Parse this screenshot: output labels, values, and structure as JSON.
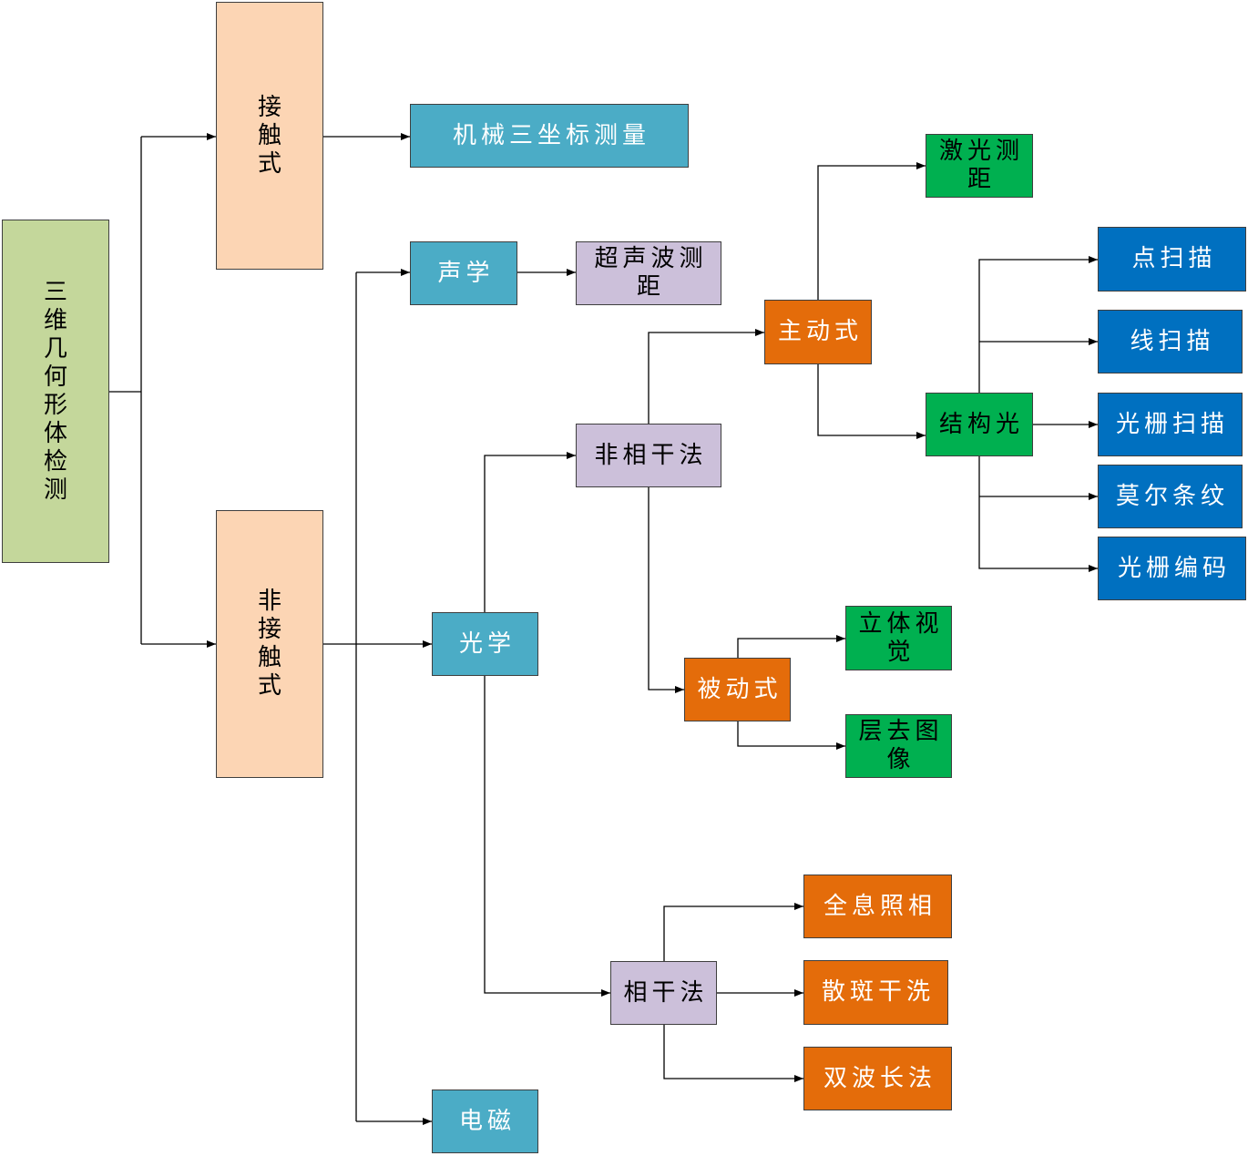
{
  "nodes": {
    "root": "三维几何形体检测",
    "contact": "接触式",
    "noncontact": "非接触式",
    "cmm": "机械三坐标测量",
    "acoustic": "声学",
    "ultrasonic": "超声波测距",
    "optical": "光学",
    "electromagnetic": "电磁",
    "incoherent": "非相干法",
    "coherent": "相干法",
    "active": "主动式",
    "passive": "被动式",
    "laser": "激光测距",
    "structured": "结构光",
    "point_scan": "点扫描",
    "line_scan": "线扫描",
    "grating_scan": "光栅扫描",
    "moire": "莫尔条纹",
    "grating_code": "光栅编码",
    "stereo": "立体视觉",
    "layered": "层去图像",
    "holography": "全息照相",
    "speckle": "散斑干洗",
    "dual_wave": "双波长法"
  },
  "colors": {
    "root_fill": "#C4D79B",
    "peach_fill": "#FCD5B4",
    "teal_fill": "#4BACC6",
    "lavender_fill": "#CCC0DA",
    "orange_fill": "#E46C0A",
    "green_fill": "#00B050",
    "blue_fill": "#0070C0",
    "text_dark": "#000000",
    "text_light": "#FFFFFF"
  }
}
